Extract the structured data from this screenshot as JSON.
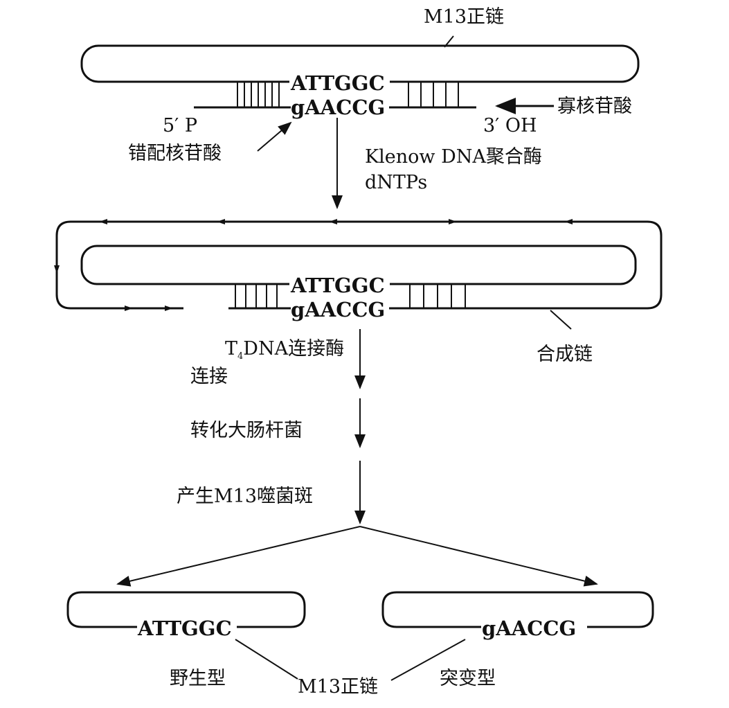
{
  "top": {
    "title": "M13正链",
    "top_seq": "ATTGGC",
    "bottom_seq": "gAACCG",
    "oligo_label": "寡核苷酸",
    "three_prime": "3′ OH",
    "five_prime": "5′ P",
    "mismatch_label": "错配核苷酸",
    "enzyme_label": "Klenow DNA聚合酶",
    "dntps_label": "dNTPs"
  },
  "middle": {
    "top_seq": "ATTGGC",
    "bottom_seq": "gAACCG",
    "synth_label": "合成链",
    "ligase_label_t": "T",
    "ligase_label_sub": "4",
    "ligase_label_rest": "DNA连接酶",
    "ligate_label": "连接",
    "transform_label": "转化大肠杆菌",
    "plaque_label": "产生M13噬菌斑"
  },
  "bottom": {
    "left_seq": "ATTGGC",
    "right_seq": "gAACCG",
    "wild_label": "野生型",
    "strand_label": "M13正链",
    "mutant_label": "突变型"
  }
}
